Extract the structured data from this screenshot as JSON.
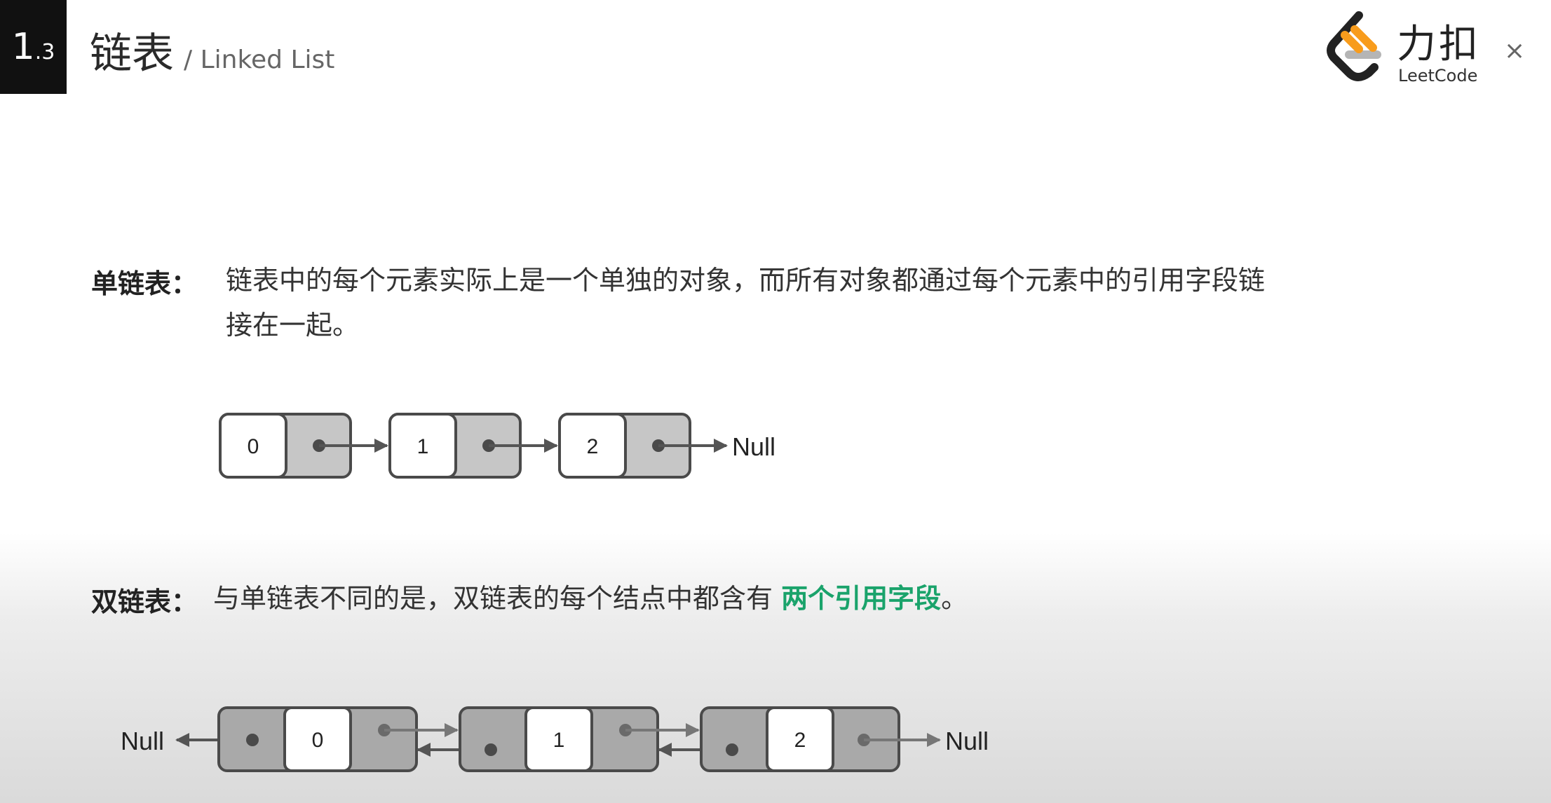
{
  "header": {
    "section_number": "1",
    "section_sub": ".3",
    "title_cn": "链表",
    "title_en": "/ Linked List",
    "logo_cn": "力扣",
    "logo_en": "LeetCode",
    "close_glyph": "×"
  },
  "singly": {
    "label": "单链表：",
    "description_line1": "链表中的每个元素实际上是一个单独的对象，而所有对象都通过每个元素中的引用字段链",
    "description_line2": "接在一起。",
    "nodes": [
      "0",
      "1",
      "2"
    ],
    "end_label": "Null"
  },
  "doubly": {
    "label": "双链表：",
    "description_prefix": "与单链表不同的是，双链表的每个结点中都含有 ",
    "description_highlight": "两个引用字段",
    "description_suffix": "。",
    "nodes": [
      "0",
      "1",
      "2"
    ],
    "start_label": "Null",
    "end_label": "Null"
  },
  "colors": {
    "highlight": "#1aa36b",
    "logo_orange": "#f89c1c",
    "node_border": "#4a4a4a",
    "pointer_fill": "#c6c6c6",
    "doubly_fill": "#a9a9a9"
  }
}
